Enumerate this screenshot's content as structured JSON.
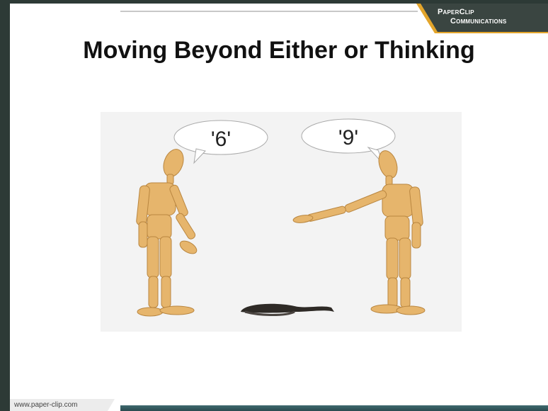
{
  "brand": {
    "line1": "PaperClip",
    "line2": "Communications",
    "colors": {
      "dark": "#2d3a36",
      "accent": "#e3a52b",
      "teal": "#3f6a6f"
    }
  },
  "slide": {
    "title": "Moving Beyond Either or Thinking"
  },
  "illustration": {
    "left_bubble": "'6'",
    "right_bubble": "'9'"
  },
  "footer": {
    "url": "www.paper-clip.com"
  }
}
